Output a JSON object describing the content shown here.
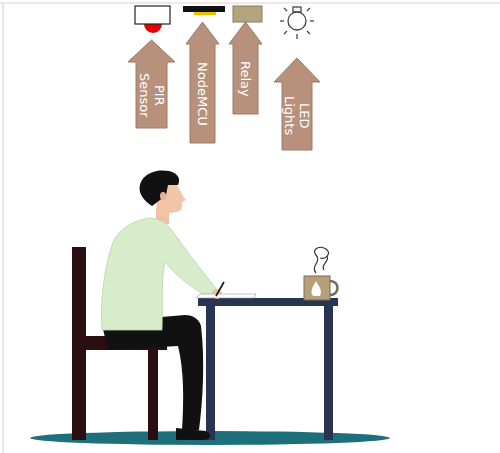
{
  "diagram": {
    "nodes": [
      {
        "text": [
          "PIR Sensor"
        ]
      },
      {
        "text": [
          "NodeMCU"
        ]
      },
      {
        "text": [
          "Relay"
        ]
      },
      {
        "text": [
          "LED Lights"
        ]
      }
    ]
  }
}
